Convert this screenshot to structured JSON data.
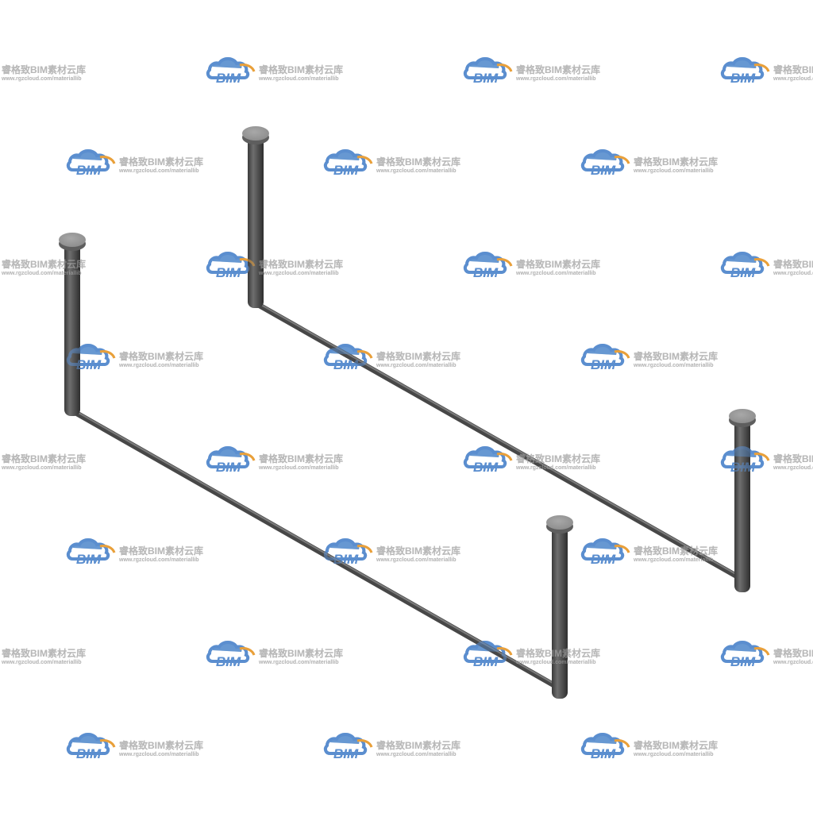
{
  "watermark": {
    "brand": "BIM",
    "title": "睿格致BIM素材云库",
    "url": "www.rgzcloud.com/materiallib",
    "icon": "cloud-logo-icon",
    "colors": {
      "cloud_blue": "#5b8fcf",
      "cloud_orange": "#e9a03b",
      "text_gray": "#b8b8b8"
    }
  },
  "model": {
    "description_icon": "steel-frame-model",
    "colors": {
      "rod": "#4a4a4a",
      "rod_highlight": "#7a7a7a",
      "cap_top": "#9a9a9a",
      "cap_side": "#5e5e5e"
    }
  }
}
